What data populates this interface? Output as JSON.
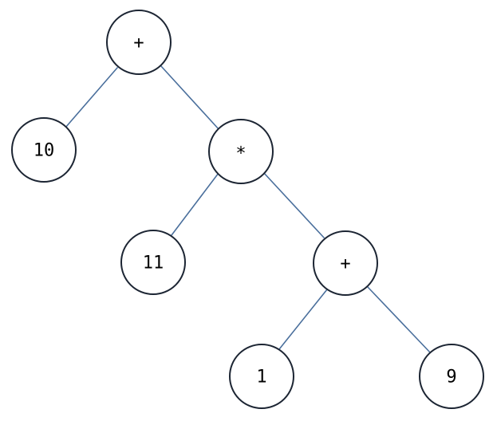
{
  "tree": {
    "nodes": [
      {
        "id": "root-plus",
        "label": "+"
      },
      {
        "id": "leaf-10",
        "label": "10"
      },
      {
        "id": "times",
        "label": "*"
      },
      {
        "id": "leaf-11",
        "label": "11"
      },
      {
        "id": "inner-plus",
        "label": "+"
      },
      {
        "id": "leaf-1",
        "label": "1"
      },
      {
        "id": "leaf-9",
        "label": "9"
      }
    ],
    "edges": [
      [
        "root-plus",
        "leaf-10"
      ],
      [
        "root-plus",
        "times"
      ],
      [
        "times",
        "leaf-11"
      ],
      [
        "times",
        "inner-plus"
      ],
      [
        "inner-plus",
        "leaf-1"
      ],
      [
        "inner-plus",
        "leaf-9"
      ]
    ]
  },
  "colors": {
    "edge": "#4a6f9c",
    "node_stroke": "#1c2533",
    "node_fill": "#ffffff",
    "text": "#000000"
  }
}
